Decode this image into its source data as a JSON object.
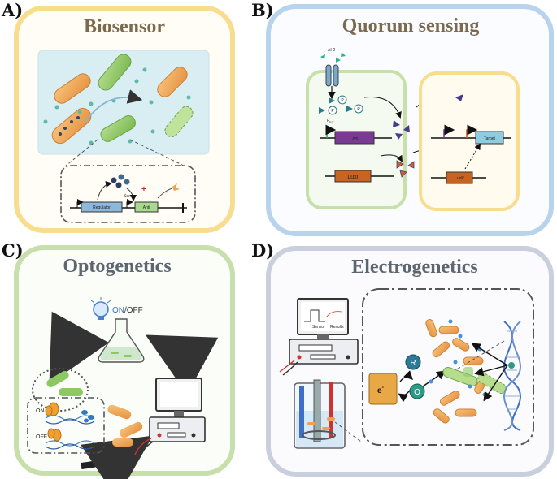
{
  "panels": {
    "a": {
      "letter": "A)",
      "title": "Biosensor",
      "labels": {
        "regulator": "Regulator",
        "sensor": "Sensor",
        "anti": "Anti"
      },
      "signs": {
        "plus": "+",
        "minus": "−"
      }
    },
    "b": {
      "letter": "B)",
      "title": "Quorum sensing",
      "labels": {
        "ai2": "AI-2",
        "p": "P",
        "plux": "P",
        "plux_sub": "lux",
        "lasi": "LasI",
        "luxi": "LuxI",
        "luxr": "LuxR",
        "target": "Target"
      }
    },
    "c": {
      "letter": "C)",
      "title": "Optogenetics",
      "labels": {
        "on": "ON",
        "slash": "/",
        "off": "OFF",
        "on_small": "ON",
        "off_small": "OFF"
      }
    },
    "d": {
      "letter": "D)",
      "title": "Electrogenetics",
      "labels": {
        "r": "R",
        "o": "O",
        "e": "e",
        "e_sup": "-",
        "sensor_tab": "Sensor",
        "results_tab": "Results"
      }
    }
  },
  "colors": {
    "yellow_frame": "#f8dd8e",
    "blue_frame": "#b8d3ec",
    "green_frame": "#c7dfaa",
    "grey_frame": "#c9cfdc",
    "title_brown": "#7c6a4e",
    "title_grey": "#5d6570",
    "green_bacteria": "#8dc863",
    "orange_bacteria": "#f0a85a",
    "lasi_purple": "#7a3a94",
    "lux_orange": "#c86420",
    "target_blue": "#8ecde0"
  }
}
